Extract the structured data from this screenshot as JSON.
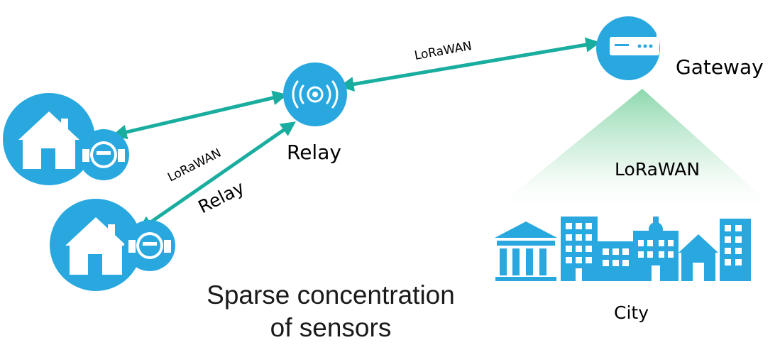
{
  "colors": {
    "node_blue": "#29a8e0",
    "link_teal": "#19ad9f",
    "cone_green": "#7fd3a4",
    "white": "#ffffff"
  },
  "labels": {
    "gateway": "Gateway",
    "relay_node": "Relay",
    "link_top": "LoRaWAN",
    "link_mid": "LoRaWAN",
    "link_relay": "Relay",
    "cone": "LoRaWAN",
    "city": "City",
    "caption_line1": "Sparse concentration",
    "caption_line2": "of sensors"
  },
  "icons": {
    "gateway": "router-icon",
    "relay": "wireless-signal-icon",
    "house": "house-icon",
    "meter": "water-meter-icon",
    "city": "city-buildings-icon"
  }
}
